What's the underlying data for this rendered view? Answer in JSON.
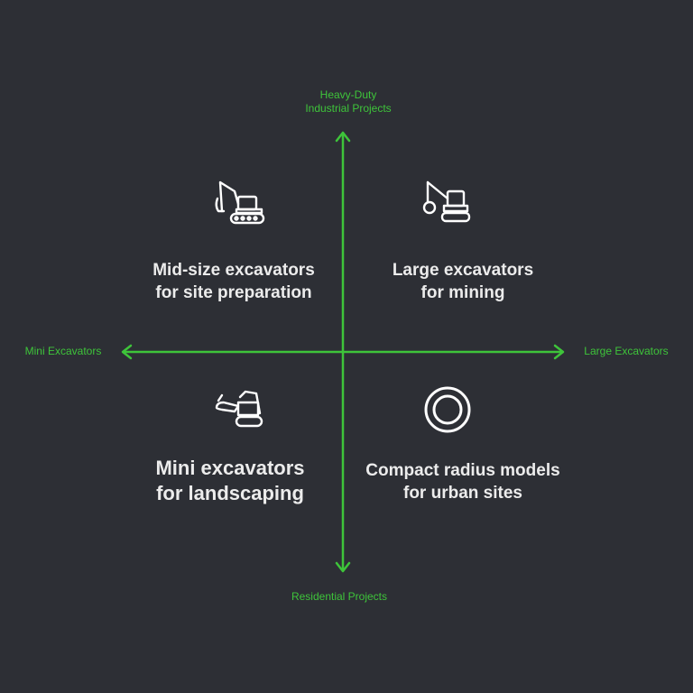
{
  "axes": {
    "top": [
      "Heavy-Duty",
      "Industrial Projects"
    ],
    "bottom": "Residential Projects",
    "left": "Mini Excavators",
    "right": "Large Excavators",
    "color": "#3ec43a"
  },
  "quadrants": {
    "top_left": {
      "line1": "Mid-size excavators",
      "line2": "for site preparation",
      "icon": "excavator-icon"
    },
    "top_right": {
      "line1": "Large excavators",
      "line2": "for mining",
      "icon": "mining-excavator-icon"
    },
    "bottom_left": {
      "line1": "Mini excavators",
      "line2": "for landscaping",
      "icon": "mini-excavator-icon"
    },
    "bottom_right": {
      "line1": "Compact radius models",
      "line2": "for urban sites",
      "icon": "ring-icon"
    }
  },
  "colors": {
    "background": "#2d2f35",
    "text": "#ececec",
    "icon": "#ffffff"
  }
}
